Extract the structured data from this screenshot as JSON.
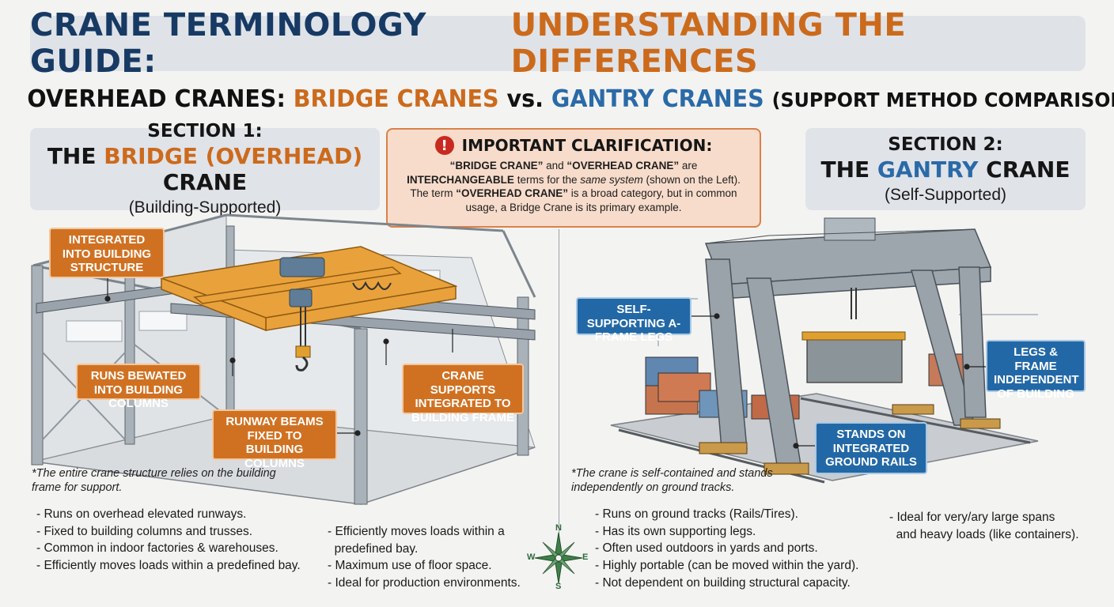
{
  "title": {
    "part1": "CRANE TERMINOLOGY GUIDE:",
    "part2": "UNDERSTANDING THE DIFFERENCES"
  },
  "subtitle": {
    "lead": "OVERHEAD CRANES:",
    "bridge": "BRIDGE CRANES",
    "vs": "vs.",
    "gantry": "GANTRY CRANES",
    "tail": "(SUPPORT METHOD COMPARISON)"
  },
  "section1": {
    "number": "SECTION 1:",
    "name_pre": "THE",
    "name_accent": "BRIDGE (OVERHEAD)",
    "name_post": "CRANE",
    "sub": "(Building-Supported)"
  },
  "section2": {
    "number": "SECTION 2:",
    "name_pre": "THE",
    "name_accent": "GANTRY",
    "name_post": "CRANE",
    "sub": "(Self-Supported)"
  },
  "clarification": {
    "heading": "IMPORTANT CLARIFICATION:",
    "s1": "“BRIDGE CRANE”",
    "s2": " and ",
    "s3": "“OVERHEAD CRANE”",
    "s4": " are ",
    "s5": "INTERCHANGEABLE",
    "s6": " terms for the ",
    "s7": "same system",
    "s8": " (shown on the Left).",
    "s9": "The term ",
    "s10": "“OVERHEAD CRANE”",
    "s11": " is a broad category, but in common usage, a Bridge Crane is its primary example."
  },
  "bridge_callouts": {
    "integrated": "INTEGRATED INTO BUILDING STRUCTURE",
    "runs": "RUNS BEWATED INTO BUILDING COLUMNS",
    "runway": "RUNWAY BEAMS FIXED TO BUILDING COLUMNS",
    "supports": "CRANE SUPPORTS INTEGRATED TO BUILDING FRAME"
  },
  "gantry_callouts": {
    "legs": "SELF-SUPPORTING A-FRAME LEGS",
    "independent": "LEGS & FRAME INDEPENDENT OF BUILDING",
    "rails": "STANDS ON INTEGRATED GROUND RAILS"
  },
  "notes": {
    "bridge": "*The entire crane structure relies on the building frame for support.",
    "gantry": "*The crane is self-contained and stands independently on ground tracks."
  },
  "bridge_list_a": [
    "- Runs on overhead elevated runways.",
    "- Fixed to building columns and trusses.",
    "- Common in indoor factories & warehouses.",
    "- Efficiently moves loads within a predefined bay."
  ],
  "bridge_list_b": [
    "- Efficiently moves loads within a",
    "  predefined bay.",
    "- Maximum use of floor space.",
    "- Ideal for production environments."
  ],
  "gantry_list_a": [
    "- Runs on ground tracks (Rails/Tires).",
    "- Has its own supporting legs.",
    "- Often used outdoors in yards and ports.",
    "- Highly portable (can be moved within the yard).",
    "- Not dependent on building structural capacity."
  ],
  "gantry_list_b": [
    "- Ideal for very/ary large spans",
    "  and heavy loads (like containers)."
  ],
  "compass": {
    "n": "N",
    "s": "S",
    "e": "E",
    "w": "W"
  },
  "colors": {
    "navy": "#173a64",
    "orange": "#cc6a1c",
    "blue": "#2a6aa8",
    "alert": "#c92a1f"
  }
}
